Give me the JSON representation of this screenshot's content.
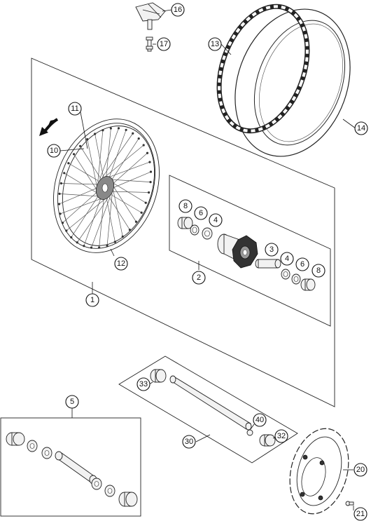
{
  "colors": {
    "line": "#222222",
    "fill": "#f2f2f2",
    "dark": "#333333",
    "background": "#ffffff"
  },
  "rotation_arrow_icon": "arrow-down-left-icon",
  "callouts": {
    "c1": "1",
    "c2": "2",
    "c3": "3",
    "c4a": "4",
    "c4b": "4",
    "c5": "5",
    "c6a": "6",
    "c6b": "6",
    "c8a": "8",
    "c8b": "8",
    "c10": "10",
    "c11": "11",
    "c12": "12",
    "c13": "13",
    "c14": "14",
    "c16": "16",
    "c17": "17",
    "c20": "20",
    "c21": "21",
    "c30": "30",
    "c32": "32",
    "c33": "33",
    "c40": "40"
  }
}
